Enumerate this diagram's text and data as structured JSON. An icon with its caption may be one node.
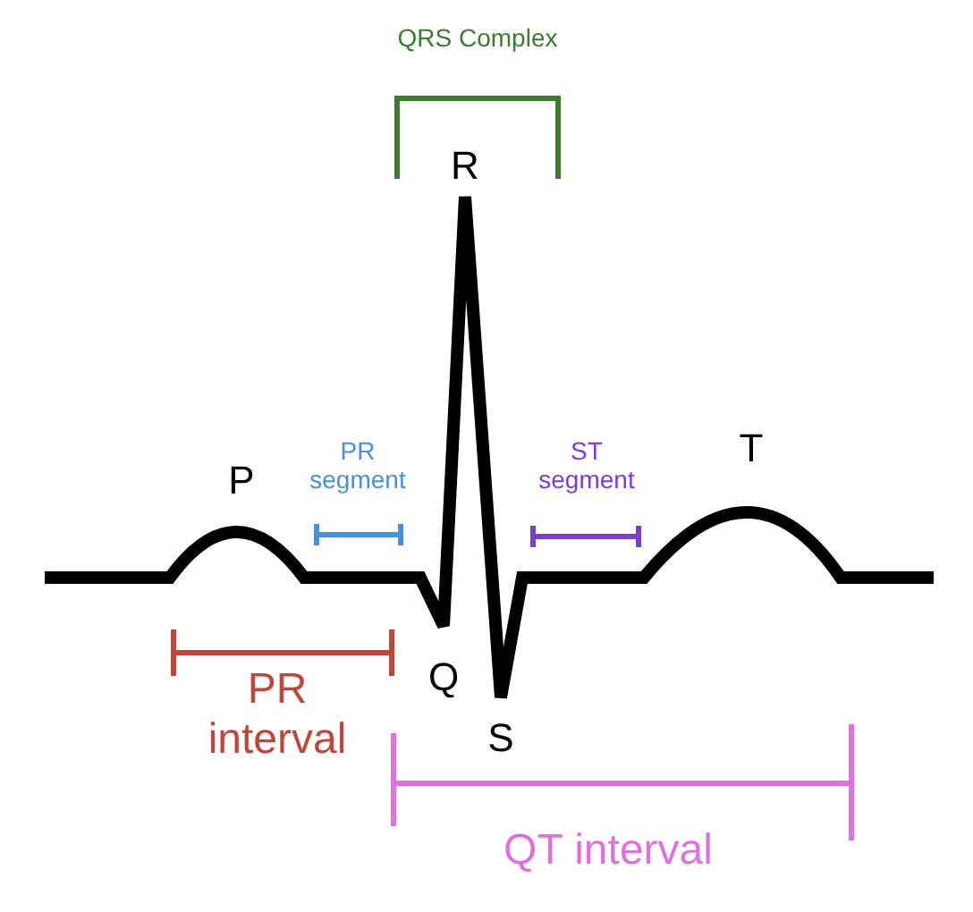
{
  "diagram": {
    "labels": [
      "QRS Complex",
      "R",
      "P",
      "PR segment",
      "ST segment",
      "T",
      "Q",
      "S",
      "PR interval",
      "QT interval"
    ]
  }
}
